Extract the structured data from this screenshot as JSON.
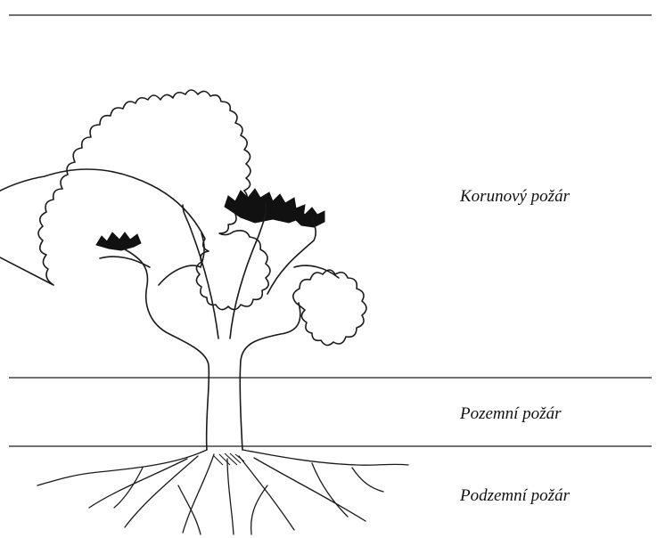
{
  "zones": [
    {
      "id": "crown",
      "label": "Korunový požár"
    },
    {
      "id": "surface",
      "label": "Pozemní požár"
    },
    {
      "id": "ground",
      "label": "Podzemní požár"
    }
  ],
  "colors": {
    "line": "#1a1a1a",
    "burnt_foliage": "#111111",
    "background": "#ffffff"
  },
  "icons": [
    "tree-illustration",
    "roots-illustration",
    "burnt-foliage-patches"
  ]
}
